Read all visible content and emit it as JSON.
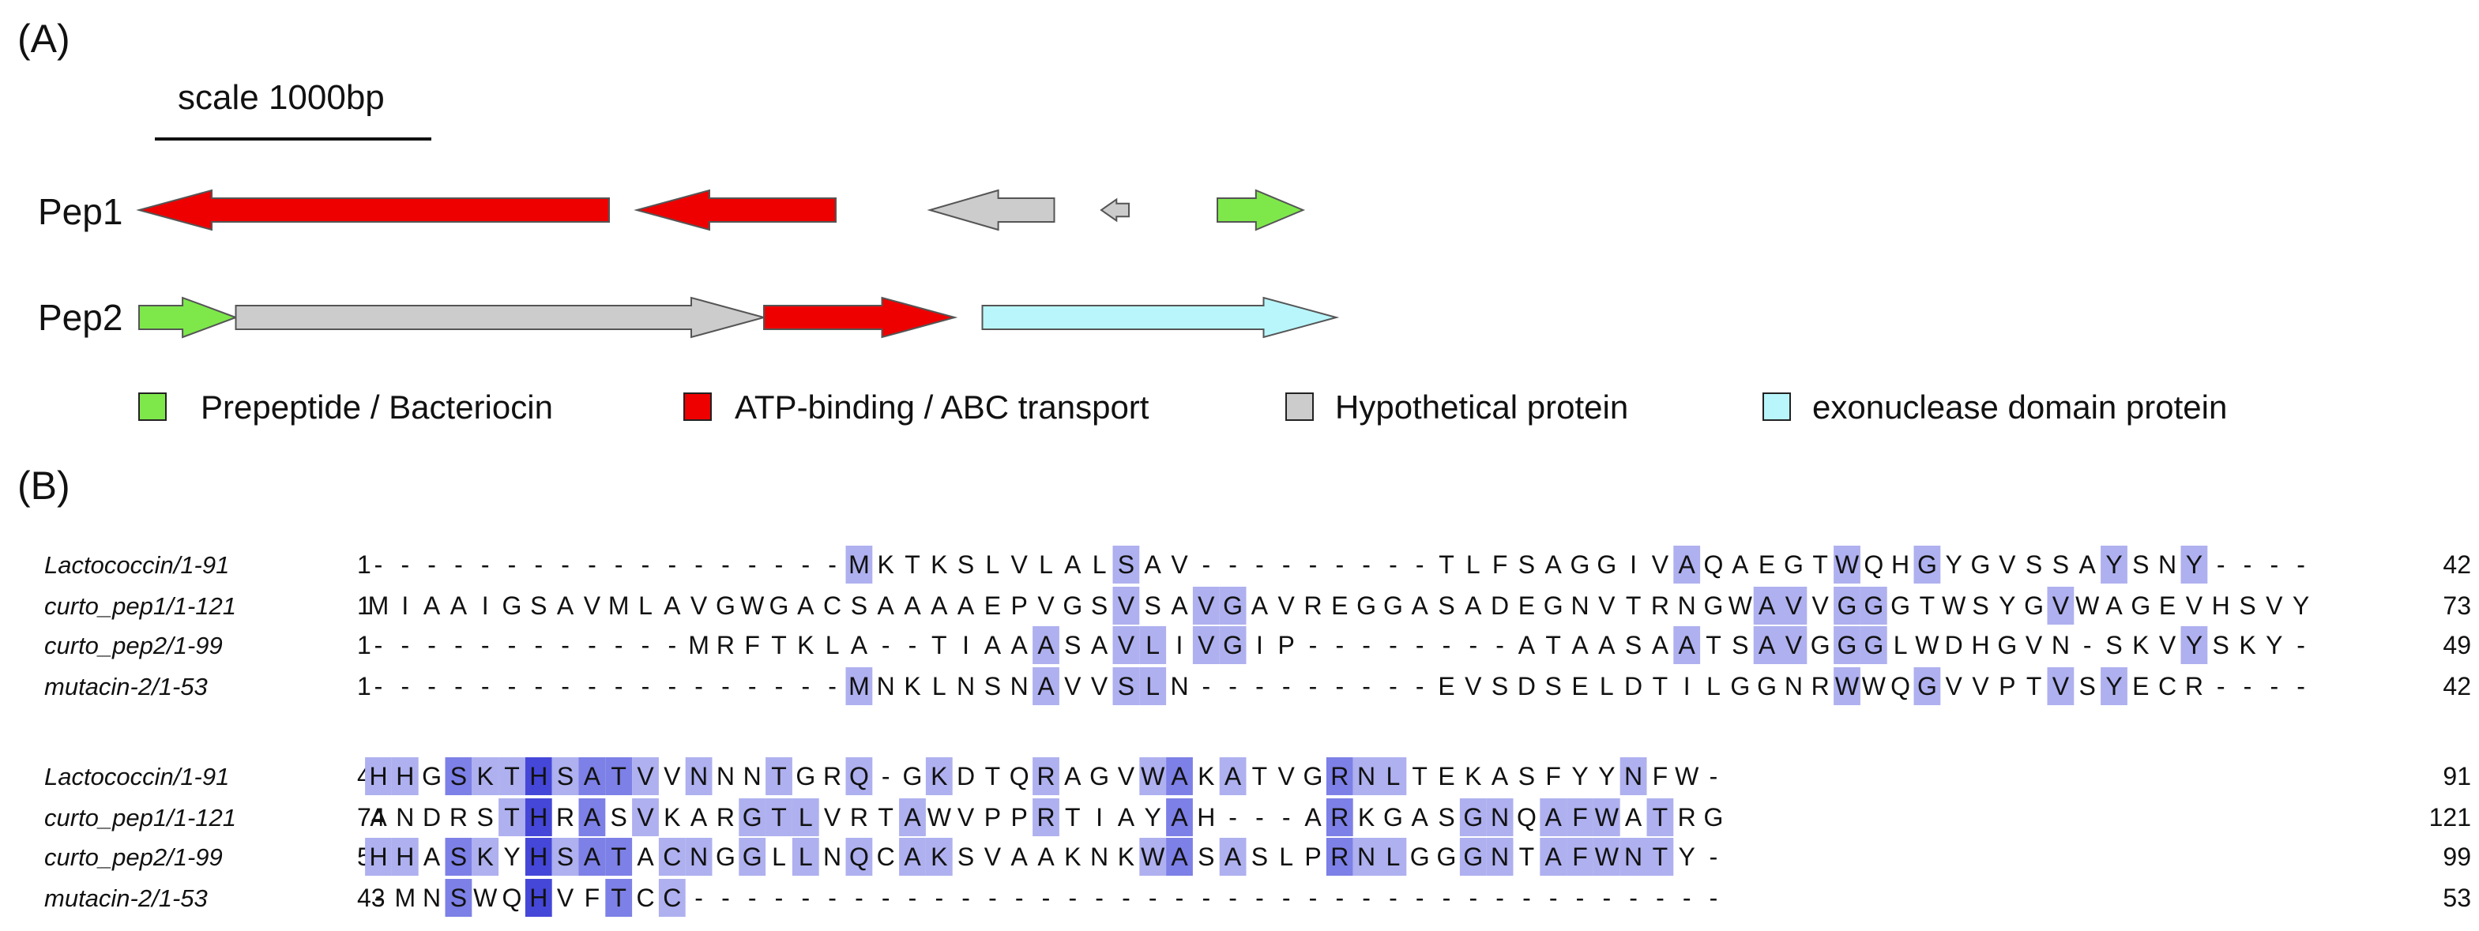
{
  "panels": {
    "a": "(A)",
    "b": "(B)"
  },
  "scale": {
    "label": "scale 1000bp",
    "bp": 1000
  },
  "colors": {
    "prepeptide": "#7ee84b",
    "atp": "#ee0000",
    "hypothetical": "#cccccc",
    "exonuclease": "#b8f6fb",
    "stroke": "#555555",
    "shade_levels": [
      "#d5d7f6",
      "#aeb0ef",
      "#7d80e6",
      "#4547d8"
    ]
  },
  "tracks": [
    {
      "label": "Pep1",
      "genes": [
        {
          "type": "atp",
          "start": 2280,
          "end": 580
        },
        {
          "type": "atp",
          "start": 3100,
          "end": 2380
        },
        {
          "type": "hypothetical",
          "start": 3890,
          "end": 3440
        },
        {
          "type": "hypothetical",
          "start": 4160,
          "end": 4060
        },
        {
          "type": "prepeptide",
          "start": 4480,
          "end": 4790
        }
      ]
    },
    {
      "label": "Pep2",
      "genes": [
        {
          "type": "prepeptide",
          "start": 580,
          "end": 930
        },
        {
          "type": "hypothetical",
          "start": 930,
          "end": 2840
        },
        {
          "type": "atp",
          "start": 2840,
          "end": 3530
        },
        {
          "type": "exonuclease",
          "start": 3630,
          "end": 4910
        }
      ]
    }
  ],
  "legend": [
    {
      "type": "prepeptide",
      "label": "Prepeptide / Bacteriocin"
    },
    {
      "type": "atp",
      "label": "ATP-binding / ABC transport"
    },
    {
      "type": "hypothetical",
      "label": "Hypothetical protein"
    },
    {
      "type": "exonuclease",
      "label": "exonuclease domain protein"
    }
  ],
  "alignment": {
    "blocks": [
      {
        "rows": [
          {
            "name": "Lactococcin/1-91",
            "start": "1",
            "seq": "------------------MKTKSLVLALSAV---------TLFSAGGIVAQAEGTWQHGYGVSSAYSNY",
            "end": "42"
          },
          {
            "name": "curto_pep1/1-121",
            "start": "1",
            "seq": "MIAAIGSAVMLAVGWGACSAAAAEPVGSVSAVGAVREGGASADEGNVTRNGWAVVGGGTWSYGVWAGEVHSVY",
            "end": "73"
          },
          {
            "name": "curto_pep2/1-99",
            "start": "1",
            "seq": "------------MRFTKLA--TIAAASAVLIVGIP--------ATAASAATSAVGGGLWDHGVN-SKVYSKY",
            "end": "49"
          },
          {
            "name": "mutacin-2/1-53",
            "start": "1",
            "seq": "------------------MNKLNSNAVVSLN---------EVSDSELDTILGGNRWWQGVVPTVSYECR",
            "end": "42"
          }
        ]
      },
      {
        "rows": [
          {
            "name": "Lactococcin/1-91",
            "start": "43",
            "seq": "HHGSKTHSATVVNNNTGRQ-GKDTQRAGVWAKATVGRNLTEKASFYYNFW-",
            "end": "91"
          },
          {
            "name": "curto_pep1/1-121",
            "start": "74",
            "seq": "ANDRSTHRASVKARGTLVRTAWVPPRTIAYAH---ARKGASGNQAFWATRG",
            "end": "121"
          },
          {
            "name": "curto_pep2/1-99",
            "start": "50",
            "seq": "HHASKYHSATACNGGLLNQCAKSVAAKNKWASASLPRNLGGGNTAFWNTY-",
            "end": "99"
          },
          {
            "name": "mutacin-2/1-53",
            "start": "43",
            "seq": "-MNSWQHVFTCC---------------------------------------",
            "end": "53"
          }
        ]
      }
    ]
  }
}
